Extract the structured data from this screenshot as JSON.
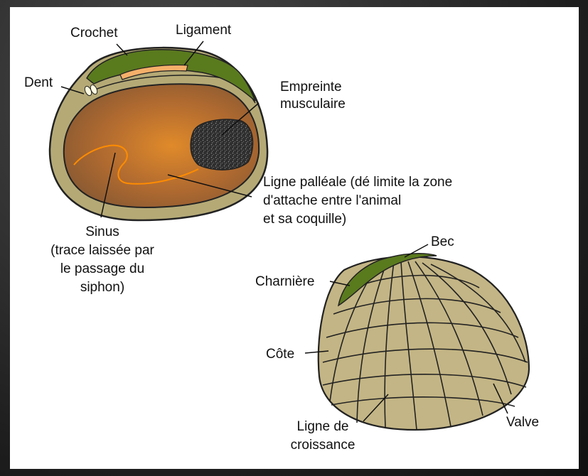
{
  "labels": {
    "crochet": "Crochet",
    "ligament": "Ligament",
    "dent": "Dent",
    "empreinte_1": "Empreinte",
    "empreinte_2": "musculaire",
    "ligne_1": "Ligne palléale (dé limite la zone",
    "ligne_2": "d'attache entre l'animal",
    "ligne_3": "et sa coquille)",
    "sinus_1": "Sinus",
    "sinus_2": "(trace laissée par",
    "sinus_3": "le passage du",
    "sinus_4": "siphon)",
    "bec": "Bec",
    "charniere": "Charnière",
    "cote": "Côte",
    "croissance_1": "Ligne de",
    "croissance_2": "croissance",
    "valve": "Valve"
  },
  "colors": {
    "shell_outer": "#b5aa76",
    "shell_inner": "#a0582a",
    "hinge_green": "#5a7a1e",
    "ligament_orange": "#f5b06a",
    "muscle_scar": "#3a3a3a",
    "pallial_line": "#ff8c00",
    "valve_fill": "#c3b585"
  }
}
